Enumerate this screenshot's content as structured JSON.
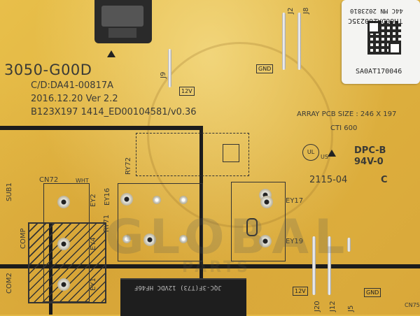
{
  "board": {
    "model": "3050-G00D",
    "cd_code": "C/D:DA41-00817A",
    "date_version": "2016.12.20 Ver 2.2",
    "pcb_code": "B123X197  1414_ED00104581/v0.36",
    "array_size": "ARRAY PCB SIZE : 246 X 197",
    "cti": "CTI 600",
    "rating": "DPC-B",
    "flammability": "94V-0",
    "date_stamp": "2115-04",
    "date_suffix": "C",
    "ul_mark": "US"
  },
  "sticker": {
    "serial": "SA0AT170046",
    "code_rot": "TH60DA200235C",
    "code_small": "44C MN 2023810"
  },
  "silkscreen": {
    "cn72": "CN72",
    "wht": "WHT",
    "ry72": "RY72",
    "ry71": "RY71",
    "ey17": "EY17",
    "ey19": "EY19",
    "ey16": "EY16",
    "ey2": "EY2",
    "ey4": "EY4",
    "ey1": "EY1",
    "sub1": "SUB1",
    "comp": "COMP",
    "com2": "COM2",
    "j9": "J9",
    "j20": "J20",
    "j12": "J12",
    "j5": "J5",
    "j2": "J2",
    "j8": "J8",
    "cn75": "CN75",
    "tag_12v_top": "12V",
    "tag_gnd_top": "GND",
    "tag_12v_bot": "12V",
    "tag_gnd_bot": "GND"
  },
  "relay": {
    "marking": "JQC-3F(T73) 12VDC HF46F"
  },
  "watermark": {
    "main": "GLOBAL",
    "sub": "PARTS"
  },
  "colors": {
    "pcb": "#e3b845",
    "silkscreen": "#3a3a36",
    "trace": "#1c1c1c"
  }
}
